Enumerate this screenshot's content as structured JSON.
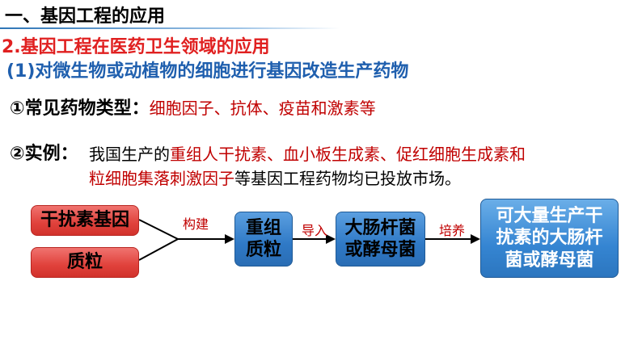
{
  "heading": "一、基因工程的应用",
  "subheading": "2.基因工程在医药卫生领域的应用",
  "section": "(1)对微生物或动植物的细胞进行基因改造生产药物",
  "item1": {
    "label": "①常见药物类型：",
    "content": "细胞因子、抗体、疫苗和激素等"
  },
  "item2": {
    "label": "②实例：",
    "line1_prefix": "我国生产的",
    "line1_red": "重组人干扰素、血小板生成素、促红细胞生成素和",
    "line2_red": "粒细胞集落刺激因子",
    "line2_suffix": "等基因工程药物均已投放市场。"
  },
  "flow": {
    "input1": "干扰素基因",
    "input2": "质粒",
    "step1_label": "构建",
    "node1_line1": "重组",
    "node1_line2": "质粒",
    "step2_label": "导入",
    "node2_line1": "大肠杆菌",
    "node2_line2": "或酵母菌",
    "step3_label": "培养",
    "node3_line1": "可大量生产干",
    "node3_line2": "扰素的大肠杆",
    "node3_line3": "菌或酵母菌"
  },
  "colors": {
    "heading_red": "#e02020",
    "section_blue": "#1f5fae",
    "highlight_red": "#c00000",
    "box_red": "#e0413b",
    "box_blue": "#2f79c6"
  }
}
